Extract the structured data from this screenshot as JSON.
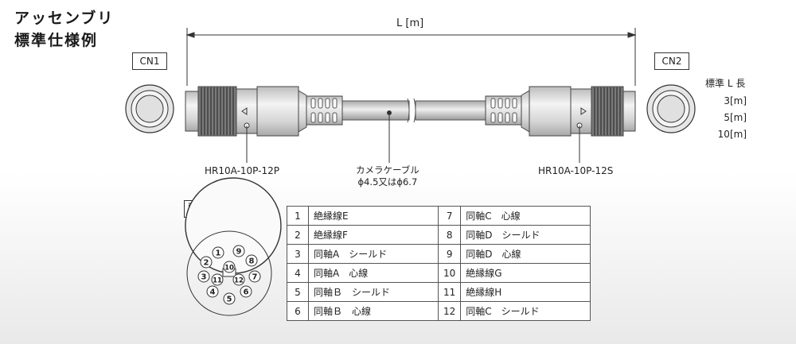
{
  "title": {
    "line1": "アッセンブリ",
    "line2": "標準仕様例"
  },
  "dimension_label": "L [m]",
  "connectors": {
    "cn1": "CN1",
    "cn2": "CN2"
  },
  "standard_length": {
    "header": "標準 L 長",
    "values": [
      "3[m]",
      "5[m]",
      "10[m]"
    ]
  },
  "parts": {
    "left_plug": "HR10A-10P-12P",
    "right_plug": "HR10A-10P-12S",
    "cable_line1": "カメラケーブル",
    "cable_line2": "ϕ4.5又はϕ6.7"
  },
  "pinout_title": "配線例",
  "pinout_numbers": [
    "1",
    "2",
    "3",
    "4",
    "5",
    "6",
    "7",
    "8",
    "9",
    "10",
    "11",
    "12"
  ],
  "pin_table": {
    "left": [
      {
        "pin": "1",
        "signal": "絶縁線E"
      },
      {
        "pin": "2",
        "signal": "絶縁線F"
      },
      {
        "pin": "3",
        "signal": "同軸A　シールド"
      },
      {
        "pin": "4",
        "signal": "同軸A　心線"
      },
      {
        "pin": "5",
        "signal": "同軸Ｂ　シールド"
      },
      {
        "pin": "6",
        "signal": "同軸Ｂ　心線"
      }
    ],
    "right": [
      {
        "pin": "7",
        "signal": "同軸C　心線"
      },
      {
        "pin": "8",
        "signal": "同軸D　シールド"
      },
      {
        "pin": "9",
        "signal": "同軸D　心線"
      },
      {
        "pin": "10",
        "signal": "絶縁線G"
      },
      {
        "pin": "11",
        "signal": "絶縁線H"
      },
      {
        "pin": "12",
        "signal": "同軸C　シールド"
      }
    ]
  },
  "colors": {
    "line": "#333333",
    "metal": "#d8d8d8",
    "dark_metal": "#6a6a6a"
  }
}
